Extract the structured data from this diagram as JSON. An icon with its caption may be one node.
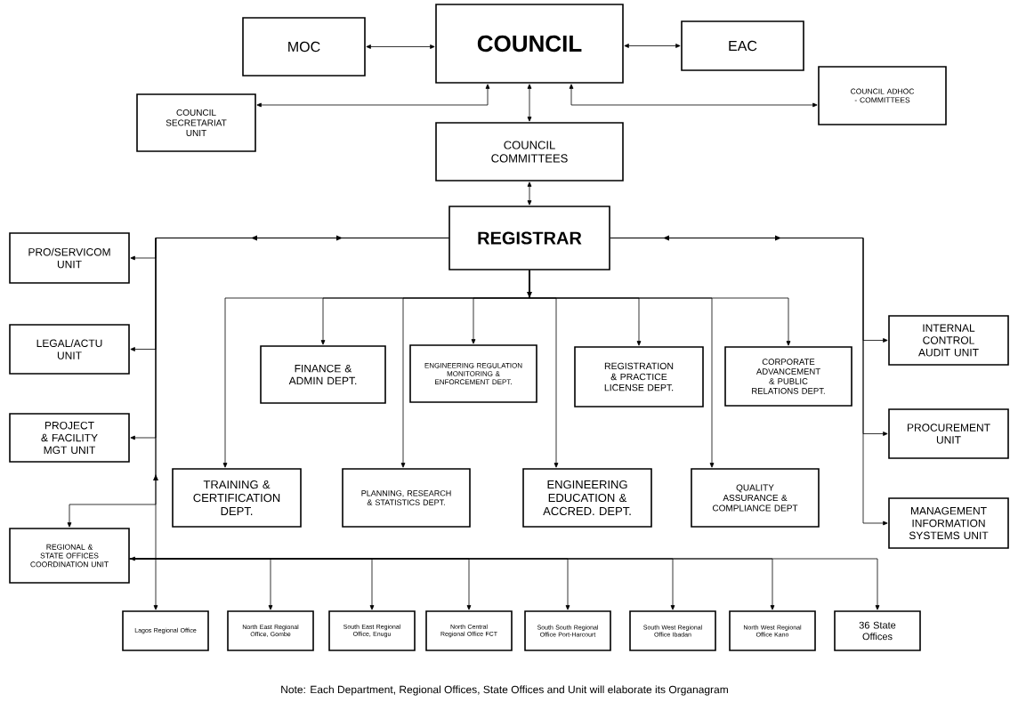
{
  "diagram": {
    "nodes": [
      {
        "text": [
          "COUNCIL"
        ]
      },
      {
        "text": [
          "MOC"
        ]
      },
      {
        "text": [
          "EAC"
        ]
      },
      {
        "text": [
          "COUNCIL SECRETARIAT UNIT"
        ]
      },
      {
        "text": [
          "COUNCIL ADHOC - COMMITTEES"
        ]
      },
      {
        "text": [
          "COUNCIL COMMITTEES"
        ]
      },
      {
        "text": [
          "REGISTRAR"
        ]
      },
      {
        "text": [
          "PRO/SERVICOM UNIT"
        ]
      },
      {
        "text": [
          "LEGAL/ACTU UNIT"
        ]
      },
      {
        "text": [
          "PROJECT & FACILITY MGT UNIT"
        ]
      },
      {
        "text": [
          "FINANCE & ADMIN DEPT."
        ]
      },
      {
        "text": [
          "ENGINEERING REGULATION MONITORING & ENFORCEMENT DEPT."
        ]
      },
      {
        "text": [
          "REGISTRATION & PRACTICE LICENSE DEPT."
        ]
      },
      {
        "text": [
          "CORPORATE ADVANCEMENT & PUBLIC RELATIONS DEPT."
        ]
      },
      {
        "text": [
          "INTERNAL CONTROL AUDIT UNIT"
        ]
      },
      {
        "text": [
          "PROCUREMENT UNIT"
        ]
      },
      {
        "text": [
          "TRAINING & CERTIFICATION DEPT."
        ]
      },
      {
        "text": [
          "PLANNING, RESEARCH & STATISTICS DEPT."
        ]
      },
      {
        "text": [
          "ENGINEERING EDUCATION & ACCRED. DEPT."
        ]
      },
      {
        "text": [
          "QUALITY ASSURANCE & COMPLIANCE DEPT"
        ]
      },
      {
        "text": [
          "MANAGEMENT INFORMATION SYSTEMS UNIT"
        ]
      },
      {
        "text": [
          "REGIONAL & STATE OFFICES COORDINATION UNIT"
        ]
      },
      {
        "text": [
          "Lagos Regional Office"
        ]
      },
      {
        "text": [
          "North East Regional Office, Gombe"
        ]
      },
      {
        "text": [
          "South East Regional Office, Enugu"
        ]
      },
      {
        "text": [
          "North Central Regional Office FCT"
        ]
      },
      {
        "text": [
          "South South Regional Office Port-Harcourt"
        ]
      },
      {
        "text": [
          "South West Regional Office Ibadan"
        ]
      },
      {
        "text": [
          "North West Regional Office Kano"
        ]
      },
      {
        "text": [
          "36 State Offices"
        ]
      }
    ],
    "edges": [
      {
        "from": 0,
        "to": 1,
        "arrow": "both"
      },
      {
        "from": 0,
        "to": 2,
        "arrow": "both"
      },
      {
        "from": 0,
        "to": 3,
        "arrow": "both"
      },
      {
        "from": 0,
        "to": 4,
        "arrow": "both"
      },
      {
        "from": 0,
        "to": 5,
        "arrow": "both"
      },
      {
        "from": 5,
        "to": 6,
        "arrow": "both"
      },
      {
        "from": 6,
        "to": 7,
        "arrow": "to"
      },
      {
        "from": 6,
        "to": 8,
        "arrow": "to"
      },
      {
        "from": 6,
        "to": 9,
        "arrow": "to"
      },
      {
        "from": 6,
        "to": 21,
        "arrow": "to"
      },
      {
        "from": 6,
        "to": 22,
        "arrow": "to"
      },
      {
        "from": 6,
        "to": 14,
        "arrow": "to"
      },
      {
        "from": 6,
        "to": 15,
        "arrow": "to"
      },
      {
        "from": 6,
        "to": 20,
        "arrow": "to"
      },
      {
        "from": 6,
        "to": 16,
        "arrow": "to"
      },
      {
        "from": 6,
        "to": 10,
        "arrow": "to"
      },
      {
        "from": 6,
        "to": 17,
        "arrow": "to"
      },
      {
        "from": 6,
        "to": 11,
        "arrow": "to"
      },
      {
        "from": 6,
        "to": 18,
        "arrow": "to"
      },
      {
        "from": 6,
        "to": 12,
        "arrow": "to"
      },
      {
        "from": 6,
        "to": 19,
        "arrow": "to"
      },
      {
        "from": 6,
        "to": 13,
        "arrow": "to"
      },
      {
        "from": 21,
        "to": 23,
        "arrow": "both"
      },
      {
        "from": 21,
        "to": 24,
        "arrow": "to"
      },
      {
        "from": 21,
        "to": 25,
        "arrow": "to"
      },
      {
        "from": 21,
        "to": 26,
        "arrow": "to"
      },
      {
        "from": 21,
        "to": 27,
        "arrow": "to"
      },
      {
        "from": 21,
        "to": 28,
        "arrow": "to"
      },
      {
        "from": 21,
        "to": 29,
        "arrow": "to"
      }
    ],
    "labels": [
      "Note: Each Department, Regional Offices, State Offices and Unit will elaborate its Organagram"
    ]
  }
}
